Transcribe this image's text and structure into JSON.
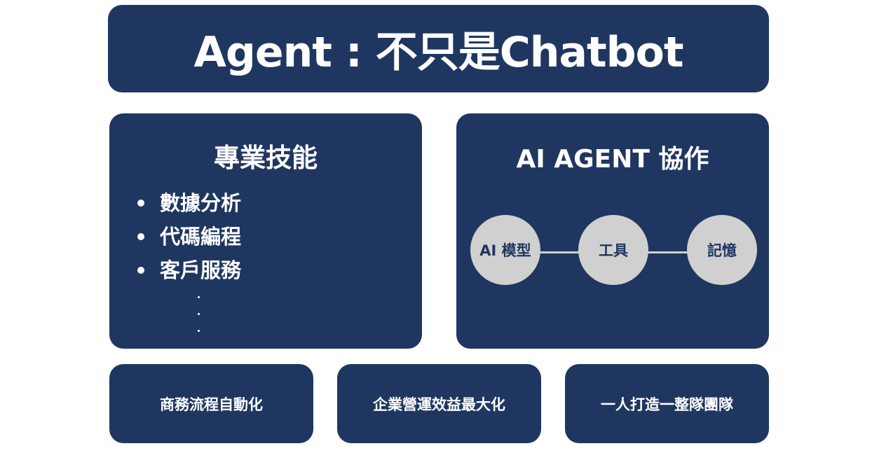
{
  "title": "Agent : 不只是Chatbot",
  "skills": {
    "heading": "專業技能",
    "items": [
      "數據分析",
      "代碼編程",
      "客戶服務"
    ]
  },
  "agent": {
    "heading": "AI AGENT 協作",
    "nodes": [
      "AI 模型",
      "工具",
      "記憶"
    ]
  },
  "benefits": [
    "商務流程自動化",
    "企業營運效益最大化",
    "一人打造一整隊團隊"
  ],
  "colors": {
    "panel": "#1f3760",
    "node": "#d0d0d0",
    "text": "#ffffff"
  }
}
